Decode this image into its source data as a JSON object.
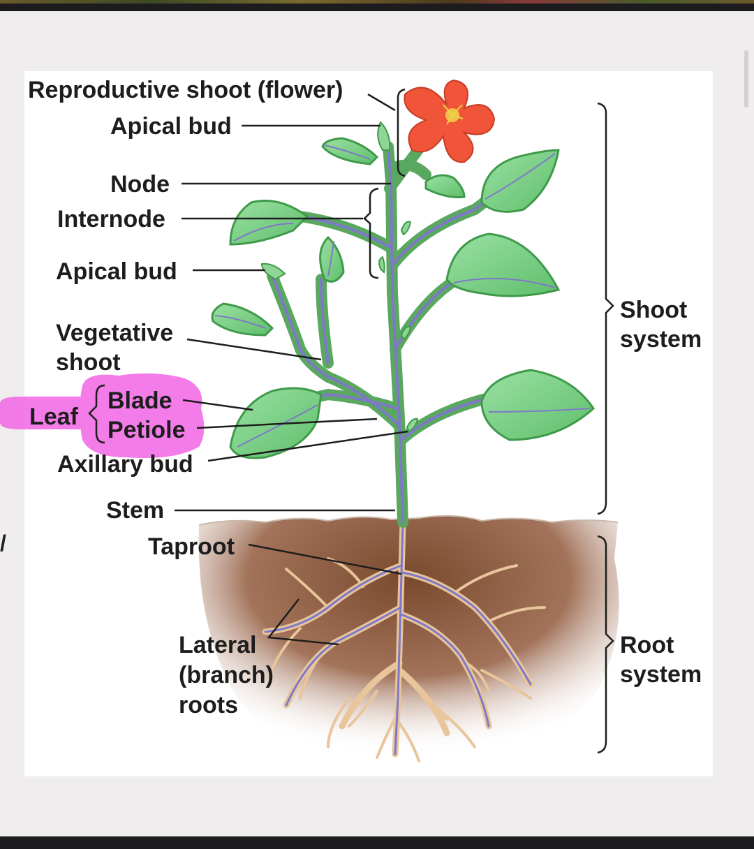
{
  "labels": {
    "reproductive_shoot": "Reproductive shoot (flower)",
    "apical_bud_top": "Apical bud",
    "node": "Node",
    "internode": "Internode",
    "apical_bud_side": "Apical bud",
    "vegetative_1": "Vegetative",
    "vegetative_2": "shoot",
    "leaf": "Leaf",
    "blade": "Blade",
    "petiole": "Petiole",
    "axillary_bud": "Axillary bud",
    "stem": "Stem",
    "taproot": "Taproot",
    "lateral_1": "Lateral",
    "lateral_2": "(branch)",
    "lateral_3": "roots",
    "shoot_system_1": "Shoot",
    "shoot_system_2": "system",
    "root_system_1": "Root",
    "root_system_2": "system"
  },
  "colors": {
    "highlight": "#f26ee6",
    "leaf_fill": "#7fd18a",
    "stem": "#5aa860",
    "vein": "#7f78c8",
    "soil": "#8b5a3a",
    "root": "#e8c59a",
    "flower": "#f0553a"
  }
}
